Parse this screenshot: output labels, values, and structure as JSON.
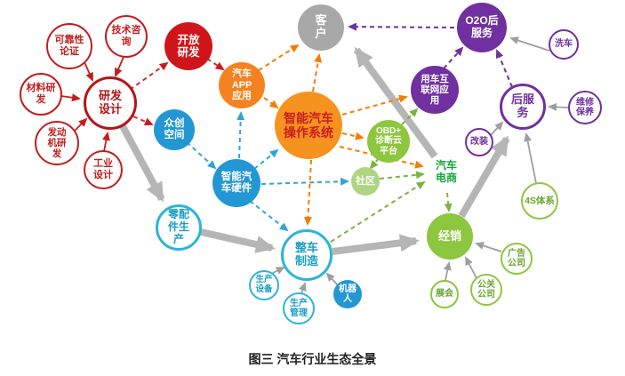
{
  "caption": "图三 汽车行业生态全景",
  "colors": {
    "red": "#c21d1d",
    "red_solid": "#d0151a",
    "blue": "#2397d4",
    "orange": "#f58220",
    "gray": "#a8a8a8",
    "purple": "#7030a0",
    "green": "#8dc63f",
    "light_green": "#aed581",
    "cyan": "#29b5d8",
    "thick_arrow_gray": "#b5b5b5"
  },
  "nodes": {
    "reliability": {
      "label": "可靠性\n论证"
    },
    "tech_consulting": {
      "label": "技术咨\n询"
    },
    "materials_rd": {
      "label": "材料研\n发"
    },
    "rd_design": {
      "label": "研发\n设计"
    },
    "engine_rd": {
      "label": "发动\n机研\n发"
    },
    "industrial_design": {
      "label": "工业\n设计"
    },
    "open_rd": {
      "label": "开放\n研发"
    },
    "maker_space": {
      "label": "众创\n空间"
    },
    "smart_car_hw": {
      "label": "智能汽\n车硬件"
    },
    "car_app": {
      "label": "汽车\nAPP\n应用"
    },
    "smart_car_os": {
      "label": "智能汽车\n操作系统"
    },
    "customer": {
      "label": "客\n户"
    },
    "o2o_after_service": {
      "label": "O2O后\n服务"
    },
    "car_internet_app": {
      "label": "用车互\n联网应\n用"
    },
    "after_service": {
      "label": "后服\n务"
    },
    "car_wash": {
      "label": "洗车"
    },
    "maintenance": {
      "label": "维修\n保养"
    },
    "modification": {
      "label": "改装"
    },
    "obd_cloud": {
      "label": "OBD+\n诊断云\n平台"
    },
    "community": {
      "label": "社区"
    },
    "car_ecommerce": {
      "label": "汽车\n电商"
    },
    "distribution": {
      "label": "经销"
    },
    "four_s_system": {
      "label": "4S体系"
    },
    "ad_company": {
      "label": "广告\n公司"
    },
    "pr_company": {
      "label": "公关\n公司"
    },
    "exhibition": {
      "label": "展会"
    },
    "parts_production": {
      "label": "零配\n件生\n产"
    },
    "vehicle_manufacturing": {
      "label": "整车\n制造"
    },
    "production_equipment": {
      "label": "生产\n设备"
    },
    "production_management": {
      "label": "生产\n管理"
    },
    "robot": {
      "label": "机器\n人"
    }
  },
  "edges": [
    {
      "from": "rd_design",
      "to": "parts_production",
      "style": "thick-gray"
    },
    {
      "from": "parts_production",
      "to": "vehicle_manufacturing",
      "style": "thick-gray"
    },
    {
      "from": "vehicle_manufacturing",
      "to": "distribution",
      "style": "thick-gray"
    },
    {
      "from": "distribution",
      "to": "after_service",
      "style": "thick-gray"
    },
    {
      "from": "car_ecommerce",
      "to": "customer",
      "style": "thick-gray"
    },
    {
      "from": "reliability",
      "to": "rd_design",
      "style": "thin-red"
    },
    {
      "from": "tech_consulting",
      "to": "rd_design",
      "style": "thin-red"
    },
    {
      "from": "materials_rd",
      "to": "rd_design",
      "style": "thin-red"
    },
    {
      "from": "engine_rd",
      "to": "rd_design",
      "style": "thin-red"
    },
    {
      "from": "industrial_design",
      "to": "rd_design",
      "style": "thin-red"
    },
    {
      "from": "rd_design",
      "to": "open_rd",
      "style": "dashed-red"
    },
    {
      "from": "rd_design",
      "to": "maker_space",
      "style": "dashed-red"
    },
    {
      "from": "open_rd",
      "to": "car_app",
      "style": "dashed-red"
    },
    {
      "from": "maker_space",
      "to": "smart_car_hw",
      "style": "dashed-blue"
    },
    {
      "from": "smart_car_hw",
      "to": "vehicle_manufacturing",
      "style": "dashed-blue"
    },
    {
      "from": "smart_car_hw",
      "to": "smart_car_os",
      "style": "dashed-blue"
    },
    {
      "from": "smart_car_hw",
      "to": "car_app",
      "style": "dashed-blue"
    },
    {
      "from": "smart_car_hw",
      "to": "community",
      "style": "dashed-blue"
    },
    {
      "from": "car_app",
      "to": "customer",
      "style": "dashed-orange"
    },
    {
      "from": "smart_car_os",
      "to": "customer",
      "style": "dashed-orange"
    },
    {
      "from": "car_app",
      "to": "smart_car_os",
      "style": "dashed-orange"
    },
    {
      "from": "smart_car_os",
      "to": "car_internet_app",
      "style": "dashed-orange"
    },
    {
      "from": "smart_car_os",
      "to": "vehicle_manufacturing",
      "style": "dashed-orange"
    },
    {
      "from": "smart_car_os",
      "to": "obd_cloud",
      "style": "dashed-orange"
    },
    {
      "from": "smart_car_os",
      "to": "car_ecommerce",
      "style": "dashed-orange"
    },
    {
      "from": "o2o_after_service",
      "to": "customer",
      "style": "dashed-purple"
    },
    {
      "from": "car_internet_app",
      "to": "o2o_after_service",
      "style": "dashed-purple"
    },
    {
      "from": "after_service",
      "to": "o2o_after_service",
      "style": "dashed-purple"
    },
    {
      "from": "obd_cloud",
      "to": "car_internet_app",
      "style": "dashed-green"
    },
    {
      "from": "obd_cloud",
      "to": "community",
      "style": "dashed-green"
    },
    {
      "from": "community",
      "to": "car_ecommerce",
      "style": "dashed-green"
    },
    {
      "from": "car_ecommerce",
      "to": "distribution",
      "style": "dashed-green"
    },
    {
      "from": "vehicle_manufacturing",
      "to": "car_ecommerce",
      "style": "dashed-green"
    },
    {
      "from": "car_wash",
      "to": "o2o_after_service",
      "style": "thin-gray"
    },
    {
      "from": "maintenance",
      "to": "after_service",
      "style": "thin-gray"
    },
    {
      "from": "modification",
      "to": "after_service",
      "style": "thin-gray"
    },
    {
      "from": "four_s_system",
      "to": "after_service",
      "style": "thin-gray"
    },
    {
      "from": "ad_company",
      "to": "distribution",
      "style": "thin-gray"
    },
    {
      "from": "pr_company",
      "to": "distribution",
      "style": "thin-gray"
    },
    {
      "from": "exhibition",
      "to": "distribution",
      "style": "thin-gray"
    },
    {
      "from": "production_equipment",
      "to": "vehicle_manufacturing",
      "style": "thin-gray"
    },
    {
      "from": "production_management",
      "to": "vehicle_manufacturing",
      "style": "thin-gray"
    },
    {
      "from": "robot",
      "to": "vehicle_manufacturing",
      "style": "thin-gray"
    }
  ]
}
